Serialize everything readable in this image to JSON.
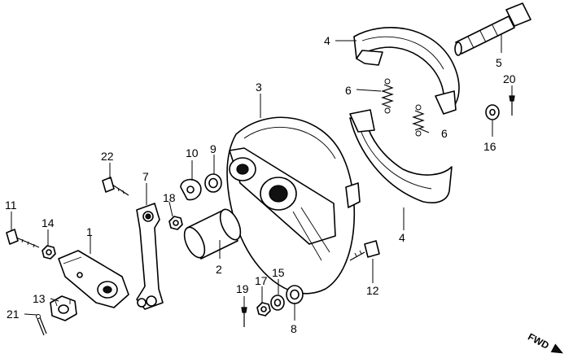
{
  "callouts": {
    "c1": "1",
    "c2": "2",
    "c3": "3",
    "c4a": "4",
    "c4b": "4",
    "c5": "5",
    "c6a": "6",
    "c6b": "6",
    "c7": "7",
    "c8": "8",
    "c9": "9",
    "c10": "10",
    "c11": "11",
    "c12": "12",
    "c13": "13",
    "c14": "14",
    "c15": "15",
    "c16": "16",
    "c17": "17",
    "c18": "18",
    "c19": "19",
    "c20": "20",
    "c21": "21",
    "c22": "22"
  },
  "direction": {
    "label": "FWD"
  }
}
